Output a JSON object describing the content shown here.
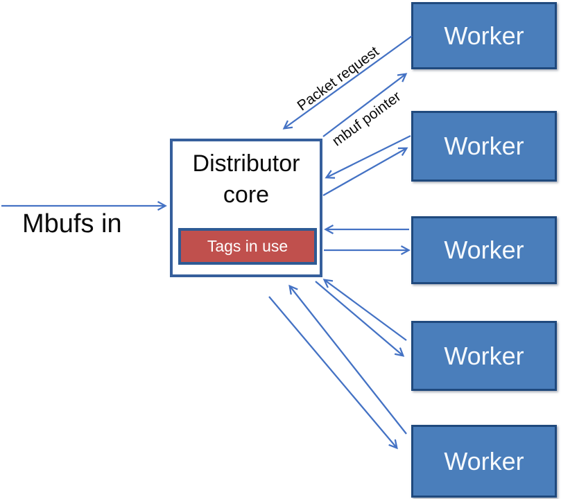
{
  "diagram": {
    "nodes": {
      "distributor": {
        "label": "Distributor core"
      },
      "tags": {
        "label": "Tags in use"
      },
      "workers": [
        "Worker",
        "Worker",
        "Worker",
        "Worker",
        "Worker"
      ]
    },
    "labels": {
      "mbufs_in": "Mbufs in",
      "packet_request": "Packet request",
      "mbuf_pointer": "mbuf pointer"
    },
    "connections": [
      {
        "from": "input",
        "to": "distributor",
        "label": "Mbufs in"
      },
      {
        "from": "worker-1",
        "to": "distributor",
        "label": "Packet request"
      },
      {
        "from": "distributor",
        "to": "worker-1",
        "label": "mbuf pointer"
      },
      {
        "from": "worker-2",
        "to": "distributor",
        "label": ""
      },
      {
        "from": "distributor",
        "to": "worker-2",
        "label": ""
      },
      {
        "from": "worker-3",
        "to": "distributor",
        "label": ""
      },
      {
        "from": "distributor",
        "to": "worker-3",
        "label": ""
      },
      {
        "from": "worker-4",
        "to": "distributor",
        "label": ""
      },
      {
        "from": "distributor",
        "to": "worker-4",
        "label": ""
      },
      {
        "from": "worker-5",
        "to": "distributor",
        "label": ""
      },
      {
        "from": "distributor",
        "to": "worker-5",
        "label": ""
      }
    ],
    "colors": {
      "arrow": "#4472C4",
      "worker_fill": "#4A7EBB",
      "worker_border": "#1F497D",
      "distributor_border": "#365F9C",
      "tags_fill": "#C0504D",
      "tags_border": "#2E5B94",
      "text_dark": "#000000",
      "text_light": "#FFFFFF"
    }
  }
}
